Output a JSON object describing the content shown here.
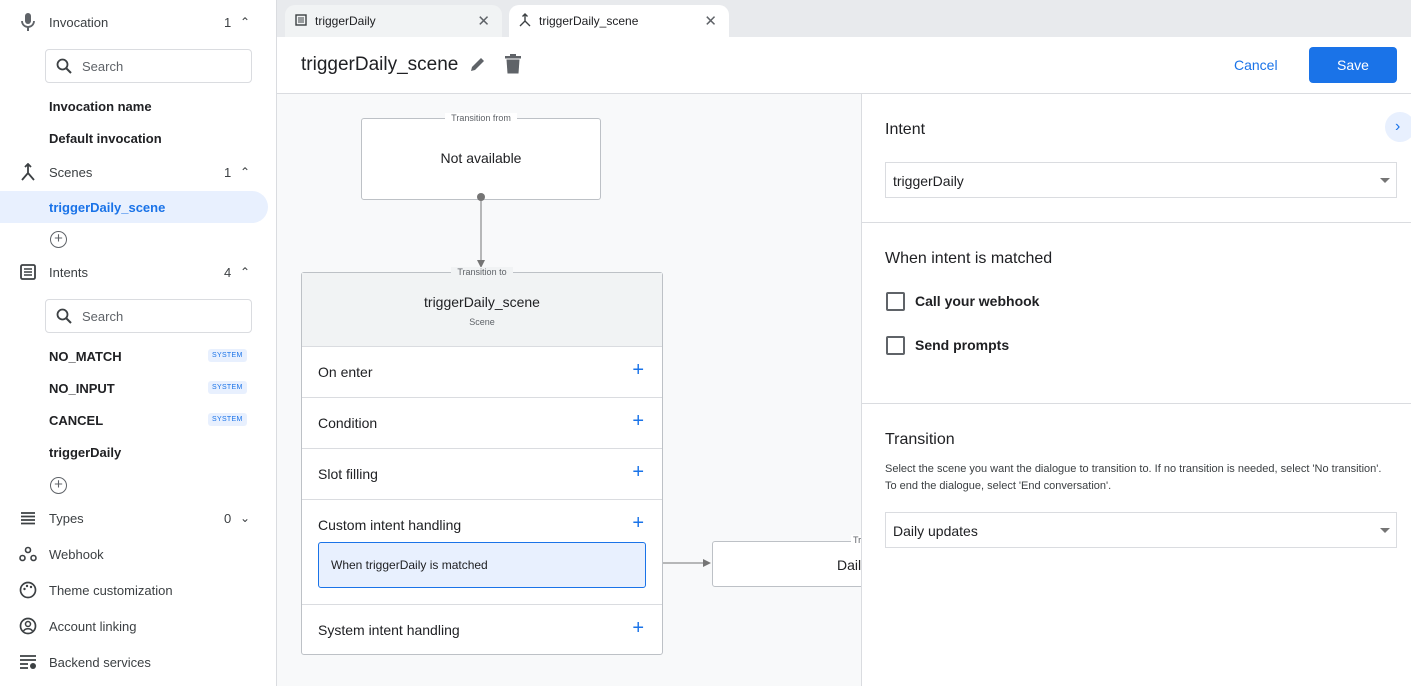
{
  "sidebar": {
    "invocation": {
      "label": "Invocation",
      "count": "1",
      "search_placeholder": "Search",
      "items": [
        "Invocation name",
        "Default invocation"
      ]
    },
    "scenes": {
      "label": "Scenes",
      "count": "1",
      "items": [
        "triggerDaily_scene"
      ]
    },
    "intents": {
      "label": "Intents",
      "count": "4",
      "search_placeholder": "Search",
      "items": [
        {
          "label": "NO_MATCH",
          "badge": "SYSTEM"
        },
        {
          "label": "NO_INPUT",
          "badge": "SYSTEM"
        },
        {
          "label": "CANCEL",
          "badge": "SYSTEM"
        },
        {
          "label": "triggerDaily"
        }
      ]
    },
    "types": {
      "label": "Types",
      "count": "0"
    },
    "webhook": "Webhook",
    "theme": "Theme customization",
    "account": "Account linking",
    "backend": "Backend services"
  },
  "tabs": [
    {
      "label": "triggerDaily",
      "icon": "intent-icon"
    },
    {
      "label": "triggerDaily_scene",
      "icon": "scene-icon",
      "active": true
    }
  ],
  "header": {
    "title": "triggerDaily_scene",
    "cancel": "Cancel",
    "save": "Save"
  },
  "flow": {
    "from_caption": "Transition from",
    "from_value": "Not available",
    "to_caption": "Transition to",
    "scene_name": "triggerDaily_scene",
    "scene_sub": "Scene",
    "rows": [
      "On enter",
      "Condition",
      "Slot filling",
      "Custom intent handling",
      "System intent handling"
    ],
    "handler": "When triggerDaily is matched",
    "target_caption": "Tr",
    "target_value": "Dail"
  },
  "panel": {
    "intent_title": "Intent",
    "intent_value": "triggerDaily",
    "matched_title": "When intent is matched",
    "checkboxes": [
      {
        "label": "Call your webhook",
        "checked": false
      },
      {
        "label": "Send prompts",
        "checked": false
      }
    ],
    "transition_title": "Transition",
    "transition_desc": "Select the scene you want the dialogue to transition to. If no transition is needed, select 'No transition'. To end the dialogue, select 'End conversation'.",
    "transition_value": "Daily updates"
  },
  "colors": {
    "accent": "#1a73e8",
    "selected_bg": "#e8f0fe"
  }
}
